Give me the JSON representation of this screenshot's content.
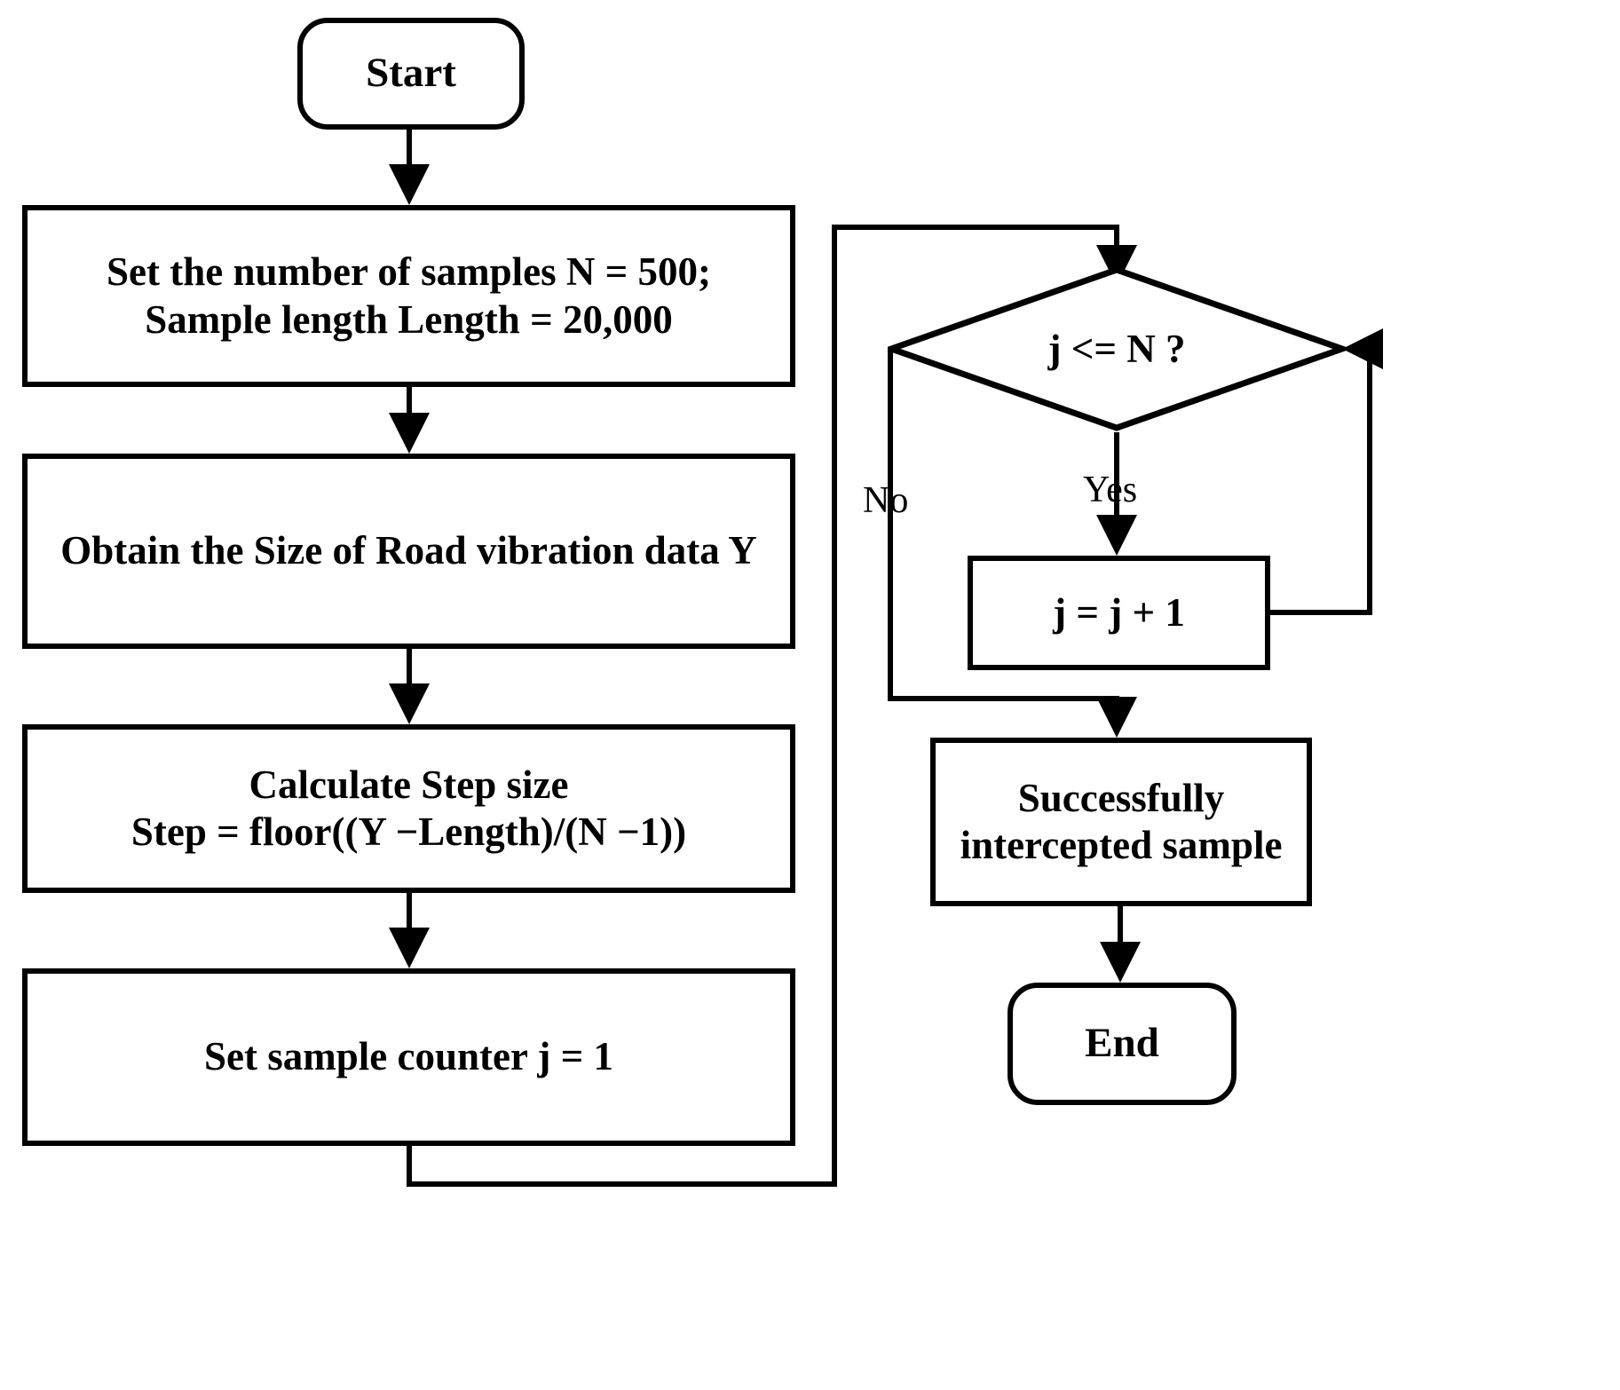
{
  "diagram": {
    "title": "Sample interception flowchart",
    "type": "flowchart",
    "stroke_color": "#000000",
    "fill_color": "#ffffff",
    "nodes": {
      "start": {
        "shape": "terminal",
        "label": "Start"
      },
      "set_params": {
        "shape": "process",
        "label": "Set the number of samples N = 500;\nSample length Length  = 20,000"
      },
      "obtain_size": {
        "shape": "process",
        "label": "Obtain the Size of Road vibration data Y"
      },
      "calc_step": {
        "shape": "process",
        "label": "Calculate Step size\nStep = floor((Y −Length)/(N −1))"
      },
      "set_counter": {
        "shape": "process",
        "label": "Set sample counter j = 1"
      },
      "decision": {
        "shape": "decision",
        "label": "j <= N ?"
      },
      "increment": {
        "shape": "process",
        "label": "j = j + 1"
      },
      "success": {
        "shape": "process",
        "label": "Successfully\nintercepted sample"
      },
      "end": {
        "shape": "terminal",
        "label": "End"
      }
    },
    "edge_labels": {
      "no": "No",
      "yes": "Yes"
    }
  }
}
